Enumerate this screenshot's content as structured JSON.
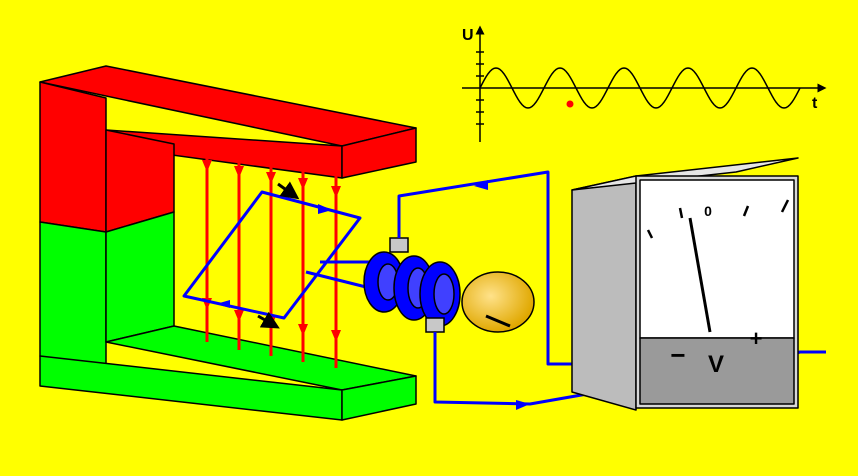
{
  "colors": {
    "background": "#ffff00",
    "magnet_north": "#ff0000",
    "magnet_south": "#00ff00",
    "field_lines": "#ff0000",
    "wire": "#0000ff",
    "voltmeter_body": "#d8d8d8",
    "voltmeter_face": "#ffffff",
    "indicator_dot": "#ff0000"
  },
  "graph": {
    "y_axis_label": "U",
    "x_axis_label": "t"
  },
  "voltmeter": {
    "scale_zero": "0",
    "minus_label": "−",
    "unit_label": "V",
    "plus_label": "+"
  }
}
